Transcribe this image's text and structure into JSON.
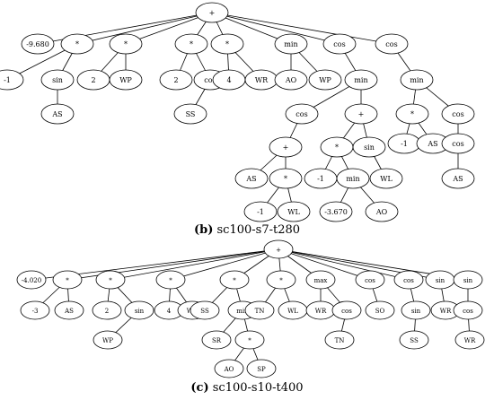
{
  "figure_b": {
    "caption_letter": "(b)",
    "caption_text": "sc100-s7-t280",
    "nodes": [
      {
        "id": "b0",
        "label": "+"
      },
      {
        "id": "b1",
        "label": "-9.680"
      },
      {
        "id": "b2",
        "label": "*"
      },
      {
        "id": "b3",
        "label": "*"
      },
      {
        "id": "b4",
        "label": "*"
      },
      {
        "id": "b5",
        "label": "*"
      },
      {
        "id": "b6",
        "label": "min"
      },
      {
        "id": "b7",
        "label": "cos"
      },
      {
        "id": "b8",
        "label": "cos"
      },
      {
        "id": "b9",
        "label": "-1"
      },
      {
        "id": "b10",
        "label": "sin"
      },
      {
        "id": "b11",
        "label": "AS"
      },
      {
        "id": "b12",
        "label": "2"
      },
      {
        "id": "b13",
        "label": "WP"
      },
      {
        "id": "b14",
        "label": "2"
      },
      {
        "id": "b15",
        "label": "cos"
      },
      {
        "id": "b16",
        "label": "SS"
      },
      {
        "id": "b17",
        "label": "4"
      },
      {
        "id": "b18",
        "label": "WR"
      },
      {
        "id": "b19",
        "label": "AO"
      },
      {
        "id": "b20",
        "label": "WP"
      },
      {
        "id": "b21",
        "label": "min"
      },
      {
        "id": "b22",
        "label": "cos"
      },
      {
        "id": "b23",
        "label": "+"
      },
      {
        "id": "b24",
        "label": "+"
      },
      {
        "id": "b25",
        "label": "AS"
      },
      {
        "id": "b26",
        "label": "*"
      },
      {
        "id": "b27",
        "label": "-1"
      },
      {
        "id": "b28",
        "label": "WL"
      },
      {
        "id": "b29",
        "label": "*"
      },
      {
        "id": "b30",
        "label": "sin"
      },
      {
        "id": "b31",
        "label": "-1"
      },
      {
        "id": "b32",
        "label": "min"
      },
      {
        "id": "b33",
        "label": "-3.670"
      },
      {
        "id": "b34",
        "label": "AO"
      },
      {
        "id": "b35",
        "label": "WL"
      },
      {
        "id": "b36",
        "label": "min"
      },
      {
        "id": "b37",
        "label": "*"
      },
      {
        "id": "b38",
        "label": "cos"
      },
      {
        "id": "b39",
        "label": "-1"
      },
      {
        "id": "b40",
        "label": "AS"
      },
      {
        "id": "b41",
        "label": "cos"
      },
      {
        "id": "b42",
        "label": "AS"
      }
    ],
    "edges": [
      [
        "b0",
        "b1"
      ],
      [
        "b0",
        "b2"
      ],
      [
        "b0",
        "b3"
      ],
      [
        "b0",
        "b4"
      ],
      [
        "b0",
        "b5"
      ],
      [
        "b0",
        "b6"
      ],
      [
        "b0",
        "b7"
      ],
      [
        "b0",
        "b8"
      ],
      [
        "b2",
        "b9"
      ],
      [
        "b2",
        "b10"
      ],
      [
        "b10",
        "b11"
      ],
      [
        "b3",
        "b12"
      ],
      [
        "b3",
        "b13"
      ],
      [
        "b4",
        "b14"
      ],
      [
        "b4",
        "b15"
      ],
      [
        "b15",
        "b16"
      ],
      [
        "b5",
        "b17"
      ],
      [
        "b5",
        "b18"
      ],
      [
        "b6",
        "b19"
      ],
      [
        "b6",
        "b20"
      ],
      [
        "b7",
        "b21"
      ],
      [
        "b21",
        "b22"
      ],
      [
        "b21",
        "b23"
      ],
      [
        "b22",
        "b24"
      ],
      [
        "b24",
        "b25"
      ],
      [
        "b24",
        "b26"
      ],
      [
        "b26",
        "b27"
      ],
      [
        "b26",
        "b28"
      ],
      [
        "b23",
        "b29"
      ],
      [
        "b23",
        "b30"
      ],
      [
        "b29",
        "b31"
      ],
      [
        "b29",
        "b32"
      ],
      [
        "b32",
        "b33"
      ],
      [
        "b32",
        "b34"
      ],
      [
        "b30",
        "b35"
      ],
      [
        "b8",
        "b36"
      ],
      [
        "b36",
        "b37"
      ],
      [
        "b36",
        "b38"
      ],
      [
        "b37",
        "b39"
      ],
      [
        "b37",
        "b40"
      ],
      [
        "b38",
        "b41"
      ],
      [
        "b41",
        "b42"
      ]
    ]
  },
  "figure_c": {
    "caption_letter": "(c)",
    "caption_text": "sc100-s10-t400",
    "nodes": [
      {
        "id": "c0",
        "label": "+"
      },
      {
        "id": "c1",
        "label": "-4.020"
      },
      {
        "id": "c2",
        "label": "*"
      },
      {
        "id": "c3",
        "label": "*"
      },
      {
        "id": "c4",
        "label": "*"
      },
      {
        "id": "c5",
        "label": "*"
      },
      {
        "id": "c6",
        "label": "*"
      },
      {
        "id": "c7",
        "label": "max"
      },
      {
        "id": "c8",
        "label": "cos"
      },
      {
        "id": "c9",
        "label": "cos"
      },
      {
        "id": "c10",
        "label": "sin"
      },
      {
        "id": "c11",
        "label": "sin"
      },
      {
        "id": "c12",
        "label": "-3"
      },
      {
        "id": "c13",
        "label": "AS"
      },
      {
        "id": "c14",
        "label": "2"
      },
      {
        "id": "c15",
        "label": "sin"
      },
      {
        "id": "c16",
        "label": "WP"
      },
      {
        "id": "c17",
        "label": "4"
      },
      {
        "id": "c18",
        "label": "WR"
      },
      {
        "id": "c19",
        "label": "SS"
      },
      {
        "id": "c20",
        "label": "min"
      },
      {
        "id": "c21",
        "label": "SR"
      },
      {
        "id": "c22",
        "label": "*"
      },
      {
        "id": "c23",
        "label": "AO"
      },
      {
        "id": "c24",
        "label": "SP"
      },
      {
        "id": "c25",
        "label": "TN"
      },
      {
        "id": "c26",
        "label": "WL"
      },
      {
        "id": "c27",
        "label": "WR"
      },
      {
        "id": "c28",
        "label": "cos"
      },
      {
        "id": "c29",
        "label": "TN"
      },
      {
        "id": "c30",
        "label": "SO"
      },
      {
        "id": "c31",
        "label": "sin"
      },
      {
        "id": "c32",
        "label": "SS"
      },
      {
        "id": "c33",
        "label": "WR"
      },
      {
        "id": "c34",
        "label": "cos"
      },
      {
        "id": "c35",
        "label": "WR"
      }
    ],
    "edges": [
      [
        "c0",
        "c1"
      ],
      [
        "c0",
        "c2"
      ],
      [
        "c0",
        "c3"
      ],
      [
        "c0",
        "c4"
      ],
      [
        "c0",
        "c5"
      ],
      [
        "c0",
        "c6"
      ],
      [
        "c0",
        "c7"
      ],
      [
        "c0",
        "c8"
      ],
      [
        "c0",
        "c9"
      ],
      [
        "c0",
        "c10"
      ],
      [
        "c0",
        "c11"
      ],
      [
        "c2",
        "c12"
      ],
      [
        "c2",
        "c13"
      ],
      [
        "c3",
        "c14"
      ],
      [
        "c3",
        "c15"
      ],
      [
        "c15",
        "c16"
      ],
      [
        "c4",
        "c17"
      ],
      [
        "c4",
        "c18"
      ],
      [
        "c5",
        "c19"
      ],
      [
        "c5",
        "c20"
      ],
      [
        "c20",
        "c21"
      ],
      [
        "c20",
        "c22"
      ],
      [
        "c22",
        "c23"
      ],
      [
        "c22",
        "c24"
      ],
      [
        "c6",
        "c25"
      ],
      [
        "c6",
        "c26"
      ],
      [
        "c7",
        "c27"
      ],
      [
        "c7",
        "c28"
      ],
      [
        "c28",
        "c29"
      ],
      [
        "c8",
        "c30"
      ],
      [
        "c9",
        "c31"
      ],
      [
        "c31",
        "c32"
      ],
      [
        "c10",
        "c33"
      ],
      [
        "c11",
        "c34"
      ],
      [
        "c34",
        "c35"
      ]
    ]
  }
}
